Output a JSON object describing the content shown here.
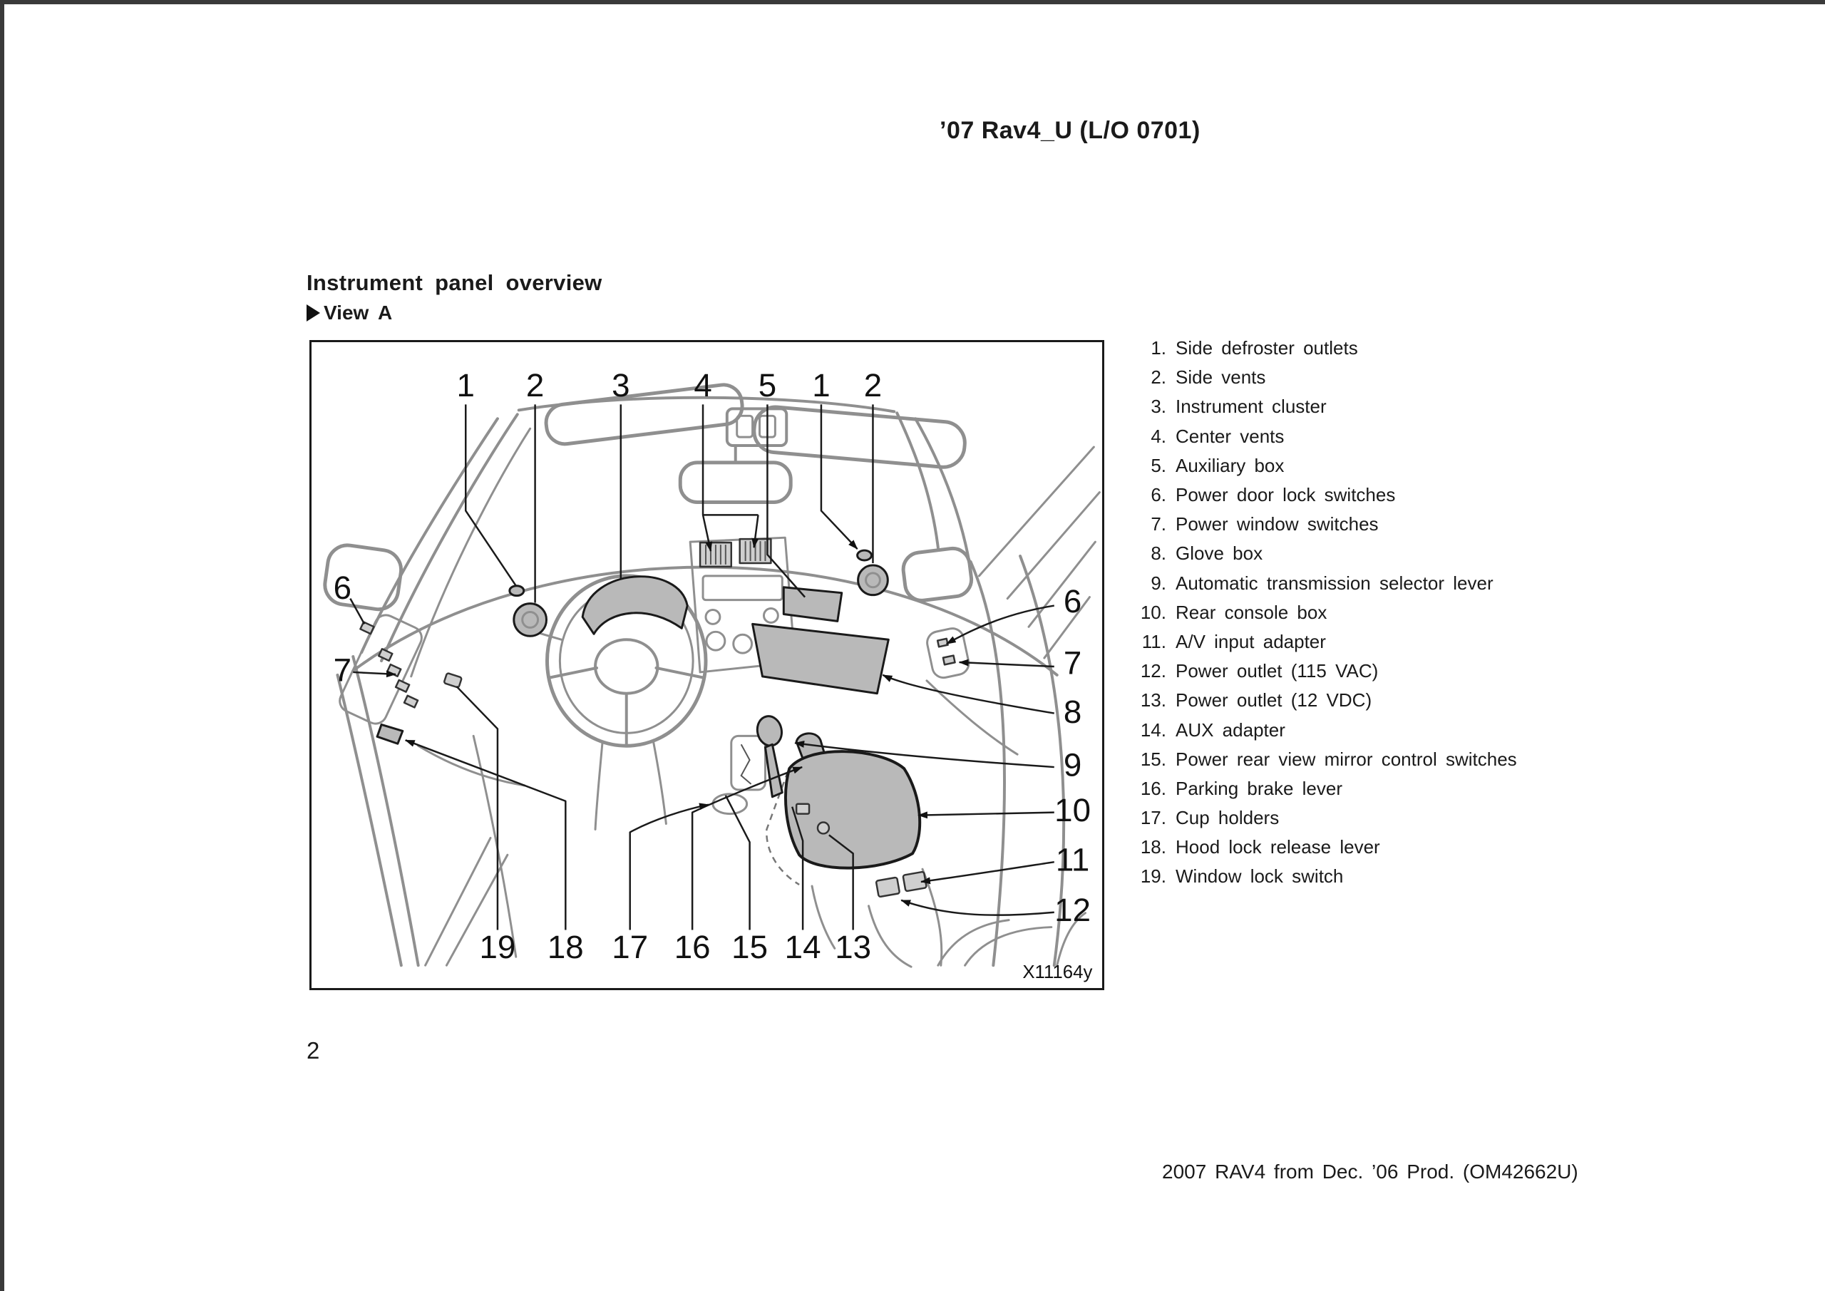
{
  "page": {
    "header_title": "’07 Rav4_U (L/O 0701)",
    "section_title": "Instrument panel overview",
    "view_marker_icon": "right-pointing-triangle",
    "view_label": "View A",
    "page_number": "2",
    "footer_text": "2007 RAV4 from Dec. ’06 Prod. (OM42662U)"
  },
  "diagram": {
    "figure_code": "X11164y",
    "callout_numbers": [
      "1",
      "2",
      "3",
      "4",
      "5",
      "1",
      "2",
      "6",
      "7",
      "6",
      "7",
      "8",
      "9",
      "10",
      "11",
      "12",
      "19",
      "18",
      "17",
      "16",
      "15",
      "14",
      "13"
    ]
  },
  "legend": {
    "items": [
      {
        "num": "1.",
        "label": "Side defroster outlets"
      },
      {
        "num": "2.",
        "label": "Side vents"
      },
      {
        "num": "3.",
        "label": "Instrument cluster"
      },
      {
        "num": "4.",
        "label": "Center vents"
      },
      {
        "num": "5.",
        "label": "Auxiliary box"
      },
      {
        "num": "6.",
        "label": "Power door lock switches"
      },
      {
        "num": "7.",
        "label": "Power window switches"
      },
      {
        "num": "8.",
        "label": "Glove box"
      },
      {
        "num": "9.",
        "label": "Automatic transmission selector lever"
      },
      {
        "num": "10.",
        "label": "Rear console box"
      },
      {
        "num": "11.",
        "label": "A/V input adapter"
      },
      {
        "num": "12.",
        "label": "Power outlet (115 VAC)"
      },
      {
        "num": "13.",
        "label": "Power outlet (12 VDC)"
      },
      {
        "num": "14.",
        "label": "AUX adapter"
      },
      {
        "num": "15.",
        "label": "Power rear view mirror control switches"
      },
      {
        "num": "16.",
        "label": "Parking brake lever"
      },
      {
        "num": "17.",
        "label": "Cup holders"
      },
      {
        "num": "18.",
        "label": "Hood lock release lever"
      },
      {
        "num": "19.",
        "label": "Window lock switch"
      }
    ]
  }
}
